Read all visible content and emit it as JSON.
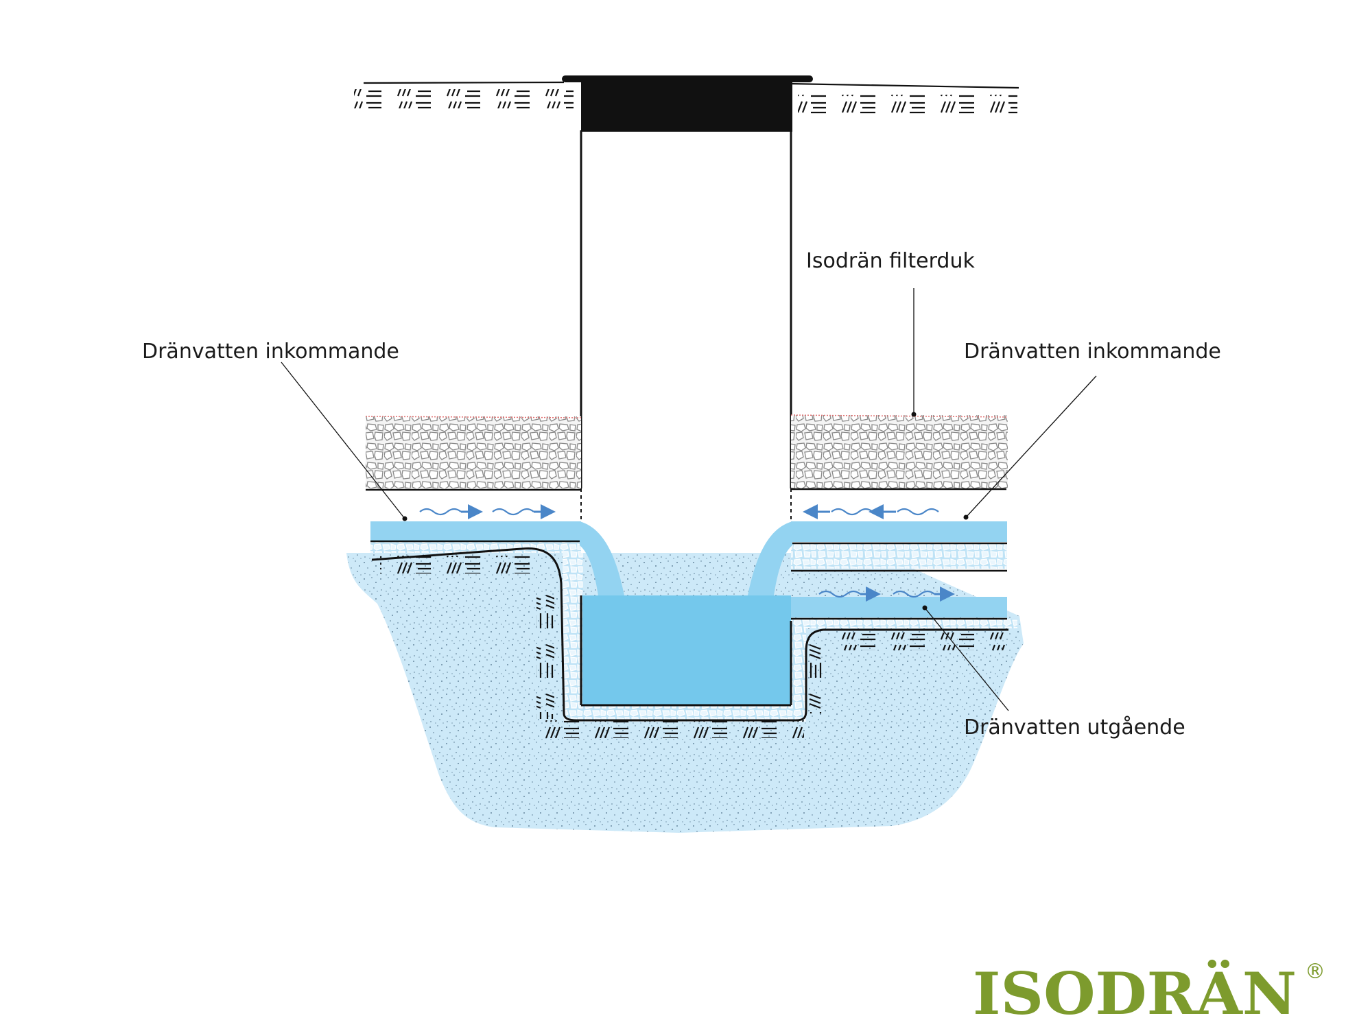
{
  "labels": {
    "filterduk": "Isodrän filterduk",
    "inkommande_left": "Dränvatten inkommande",
    "inkommande_right": "Dränvatten inkommande",
    "utgaende": "Dränvatten utgående"
  },
  "logo": {
    "text": "ISODRÄN",
    "registered": "®",
    "color": "#7d9b2d"
  },
  "colors": {
    "water_light": "#cde9f8",
    "water_mid": "#93d3f1",
    "water_basin": "#74c8ec",
    "arrow": "#4a86c8",
    "filter_line": "#e07070",
    "ink": "#111111"
  },
  "icons": [
    "flow-arrow-right-icon",
    "flow-arrow-left-icon",
    "wave-icon",
    "isodran-logo"
  ]
}
